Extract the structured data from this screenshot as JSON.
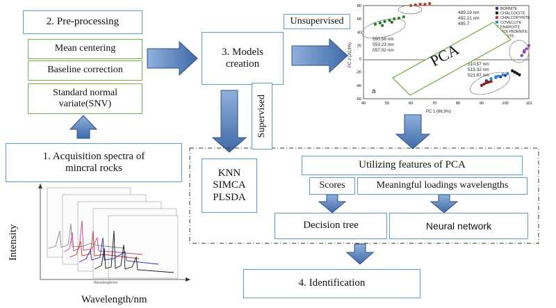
{
  "steps": {
    "preprocessing": "2. Pre-processing",
    "mean_centering": "Mean centering",
    "baseline_correction": "Baseline correction",
    "snv": "Standard normal variate(SNV)",
    "acquisition": "1. Acquisition spectra of mincral rocks",
    "models_creation": "3. Models creation",
    "unsupervised": "Unsupervised",
    "supervised": "Supervised",
    "knn": "KNN",
    "simca": "SIMCA",
    "plsda": "PLSDA",
    "utilizing_pca": "Utilizing features of PCA",
    "scores": "Scores",
    "loadings": "Meaningful loadings wavelengths",
    "decision_tree": "Decision tree",
    "neural_network": "Neural network",
    "identification": "4. Identification"
  },
  "spectra_plot": {
    "ylabel": "Intensity",
    "xlabel": "Wavelength/nm"
  },
  "pca_plot": {
    "overlay_label": "PCA",
    "panel_letter": "a",
    "xlabel": "PC 1 (66,9%)",
    "ylabel": "PC 2 (20,9%)",
    "x_ticks": [
      "40",
      "50",
      "60",
      "70",
      "80",
      "90",
      "100",
      "110"
    ],
    "y_ticks": [
      "80",
      "60",
      "40",
      "20",
      "0",
      "-20",
      "-40",
      "-60"
    ],
    "annot_top": [
      "489.19 nm",
      "492.21 nm",
      "495.7"
    ],
    "annot_left": [
      "550.58 nm",
      "553.23 nm",
      "557.02 nm"
    ],
    "annot_right": [
      "510.57 nm",
      "515.32 nm",
      "521.87 nm"
    ],
    "legend": [
      "BORNITE",
      "CHALCOCITE",
      "CHALCOPYRITE",
      "COVELLITE",
      "ENARGITE",
      "MOLYBDENITE",
      "PYRITE"
    ],
    "legend_colors": [
      "#2b3a9a",
      "#1a1a1a",
      "#c0392b",
      "#2e8bd8",
      "#7b2d26",
      "#2e7d32",
      "#8e44ad"
    ]
  },
  "chart_data": {
    "type": "scatter",
    "xlabel": "PC 1 (66,9%)",
    "ylabel": "PC 2 (20,9%)",
    "xlim": [
      40,
      110
    ],
    "ylim": [
      -60,
      80
    ],
    "series": [
      {
        "name": "MOLYBDENITE",
        "x": [
          45,
          47,
          49,
          51,
          53,
          55,
          57,
          48,
          52
        ],
        "y": [
          52,
          54,
          56,
          58,
          60,
          61,
          63,
          50,
          55
        ]
      },
      {
        "name": "CHALCOPYRITE",
        "x": [
          60,
          62,
          64,
          66,
          68
        ],
        "y": [
          80,
          81,
          82,
          82,
          83
        ]
      },
      {
        "name": "BORNITE",
        "x": [
          92,
          94,
          96,
          98,
          100
        ],
        "y": [
          -33,
          -30,
          -28,
          -27,
          -25
        ]
      },
      {
        "name": "ENARGITE",
        "x": [
          90,
          91,
          92,
          93,
          94
        ],
        "y": [
          -40,
          -38,
          -36,
          -35,
          -34
        ]
      },
      {
        "name": "COVELLITE",
        "x": [
          94,
          96,
          97,
          99,
          101
        ],
        "y": [
          -30,
          -27,
          -26,
          -24,
          -22
        ]
      },
      {
        "name": "CHALCOCITE",
        "x": [
          103,
          104,
          105,
          106
        ],
        "y": [
          -18,
          -20,
          -22,
          -24
        ]
      },
      {
        "name": "PYRITE",
        "x": [
          107,
          108,
          109,
          110,
          108
        ],
        "y": [
          5,
          10,
          15,
          20,
          12
        ]
      }
    ]
  }
}
